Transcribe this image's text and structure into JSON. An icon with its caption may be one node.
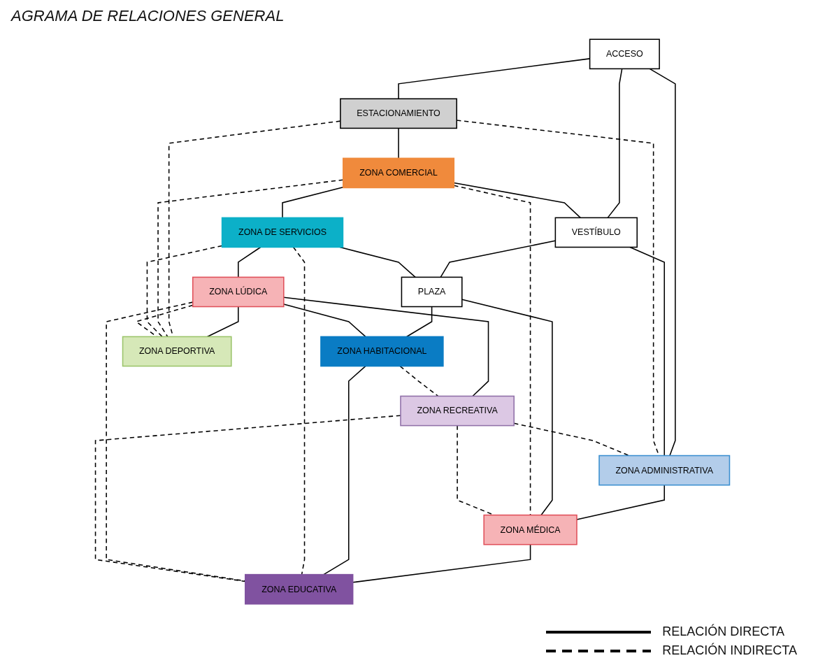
{
  "diagram": {
    "title": "AGRAMA DE RELACIONES GENERAL",
    "nodes": [
      {
        "text": [
          "ACCESO"
        ]
      },
      {
        "text": [
          "ESTACIONAMIENTO"
        ]
      },
      {
        "text": [
          "ZONA COMERCIAL"
        ]
      },
      {
        "text": [
          "VESTÍBULO"
        ]
      },
      {
        "text": [
          "ZONA ADMINISTRATIVA"
        ]
      },
      {
        "text": [
          "ZONA DE SERVICIOS"
        ]
      },
      {
        "text": [
          "PLAZA"
        ]
      },
      {
        "text": [
          "ZONA MÉDICA"
        ]
      },
      {
        "text": [
          "ZONA LÚDICA"
        ]
      },
      {
        "text": [
          "ZONA HABITACIONAL"
        ]
      },
      {
        "text": [
          "ZONA EDUCATIVA"
        ]
      },
      {
        "text": [
          "ZONA DEPORTIVA"
        ]
      },
      {
        "text": [
          "ZONA  RECREATIVA"
        ]
      }
    ],
    "edges": [
      {
        "from": 0,
        "to": 1,
        "arrow": "none"
      },
      {
        "from": 0,
        "to": 3,
        "arrow": "none"
      },
      {
        "from": 0,
        "to": 4,
        "arrow": "none"
      },
      {
        "from": 1,
        "to": 2,
        "arrow": "none"
      },
      {
        "from": 2,
        "to": 3,
        "arrow": "none"
      },
      {
        "from": 3,
        "to": 4,
        "arrow": "none"
      },
      {
        "from": 3,
        "to": 6,
        "arrow": "none"
      },
      {
        "from": 4,
        "to": 7,
        "arrow": "none"
      },
      {
        "from": 2,
        "to": 5,
        "arrow": "none"
      },
      {
        "from": 5,
        "to": 6,
        "arrow": "none"
      },
      {
        "from": 6,
        "to": 7,
        "arrow": "none"
      },
      {
        "from": 5,
        "to": 8,
        "arrow": "none"
      },
      {
        "from": 6,
        "to": 9,
        "arrow": "none"
      },
      {
        "from": 7,
        "to": 10,
        "arrow": "none"
      },
      {
        "from": 8,
        "to": 9,
        "arrow": "none"
      },
      {
        "from": 9,
        "to": 10,
        "arrow": "none"
      },
      {
        "from": 8,
        "to": 11,
        "arrow": "none"
      },
      {
        "from": 8,
        "to": 12,
        "arrow": "none"
      },
      {
        "from": 1,
        "to": 11,
        "arrow": "none",
        "style": "dashed"
      },
      {
        "from": 2,
        "to": 11,
        "arrow": "none",
        "style": "dashed"
      },
      {
        "from": 5,
        "to": 11,
        "arrow": "none",
        "style": "dashed"
      },
      {
        "from": 8,
        "to": 11,
        "arrow": "none",
        "style": "dashed"
      },
      {
        "from": 1,
        "to": 4,
        "arrow": "none",
        "style": "dashed"
      },
      {
        "from": 2,
        "to": 7,
        "arrow": "none",
        "style": "dashed"
      },
      {
        "from": 5,
        "to": 10,
        "arrow": "none",
        "style": "dashed"
      },
      {
        "from": 8,
        "to": 10,
        "arrow": "none",
        "style": "dashed"
      },
      {
        "from": 9,
        "to": 12,
        "arrow": "none",
        "style": "dashed"
      },
      {
        "from": 12,
        "to": 10,
        "arrow": "none",
        "style": "dashed"
      },
      {
        "from": 12,
        "to": 7,
        "arrow": "none",
        "style": "dashed"
      },
      {
        "from": 12,
        "to": 4,
        "arrow": "none",
        "style": "dashed"
      }
    ],
    "legend": [
      {
        "text": "RELACIÓN DIRECTA"
      },
      {
        "text": "RELACIÓN INDIRECTA"
      }
    ]
  }
}
